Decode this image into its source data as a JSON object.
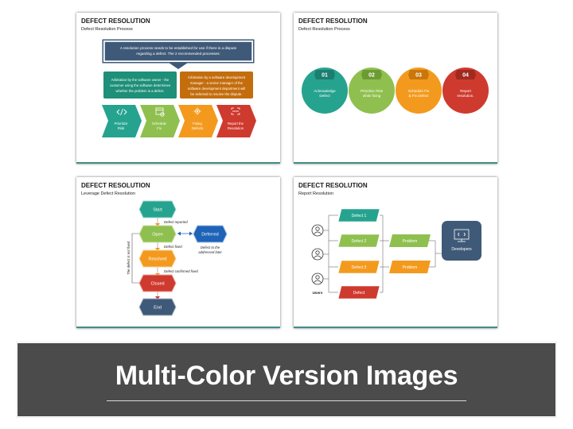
{
  "banner": {
    "title": "Multi-Color Version Images"
  },
  "slide1": {
    "title": "DEFECT RESOLUTION",
    "subtitle": "Defect Resolution Process",
    "callout": [
      "A resolution process needs to be established for use if there is a dispute",
      "regarding a defect. The 2 recommended processes:"
    ],
    "left_box": [
      "Arbitration by the software owner - the",
      "customer using the software determines",
      "whether the problem is a defect."
    ],
    "right_box": [
      "Arbitration by a software development",
      "manager - a senior manager of the",
      "software development department will",
      "be selected to resolve the dispute."
    ],
    "steps": [
      {
        "label": [
          "Prioritize",
          "Risk"
        ],
        "icon": "code-icon",
        "color": "#26a38f"
      },
      {
        "label": [
          "Schedule",
          "Fix"
        ],
        "icon": "calendar-icon",
        "color": "#8fc04f"
      },
      {
        "label": [
          "Fixing",
          "Defects"
        ],
        "icon": "gear-icon",
        "color": "#f39a1e"
      },
      {
        "label": [
          "Report the",
          "Resolution"
        ],
        "icon": "scan-icon",
        "color": "#cf3a2e"
      }
    ],
    "colors": {
      "callout": "#3f5a78",
      "left": "#1e8f79",
      "right": "#c46d0c"
    }
  },
  "slide2": {
    "title": "DEFECT RESOLUTION",
    "subtitle": "Defect Resolution Process",
    "items": [
      {
        "num": "01",
        "text": [
          "Acknowledge",
          "Defect"
        ],
        "color": "#26a38f",
        "dark": "#1c7e6e"
      },
      {
        "num": "02",
        "text": [
          "Prioritize Risk",
          "while fixing"
        ],
        "color": "#8fc04f",
        "dark": "#6d9b33"
      },
      {
        "num": "03",
        "text": [
          "Schedule Fix",
          "& Fix Defect"
        ],
        "color": "#f39a1e",
        "dark": "#c9760a"
      },
      {
        "num": "04",
        "text": [
          "Report",
          "resolution."
        ],
        "color": "#cf3a2e",
        "dark": "#a02a20"
      }
    ]
  },
  "slide3": {
    "title": "DEFECT RESOLUTION",
    "subtitle": "Leverage Defect Resolution",
    "nodes": [
      {
        "label": "Start",
        "color": "#26a38f"
      },
      {
        "label": "Open",
        "color": "#8fc04f"
      },
      {
        "label": "Resolved",
        "color": "#f39a1e"
      },
      {
        "label": "Closed",
        "color": "#cf3a2e"
      },
      {
        "label": "End",
        "color": "#3f5a78"
      }
    ],
    "deferred": {
      "label": "Deferred",
      "color": "#1f63b8"
    },
    "annotations": [
      "Defect reported",
      "Defect fixed",
      "Defect confirmed fixed"
    ],
    "deferred_note": [
      "Defect to the",
      "addressed later"
    ],
    "side_note": "The defect is not fixed"
  },
  "slide4": {
    "title": "DEFECT RESOLUTION",
    "subtitle": "Report Resolution",
    "defects": [
      {
        "label": "Defect 1",
        "color": "#26a38f"
      },
      {
        "label": "Defect 2",
        "color": "#8fc04f"
      },
      {
        "label": "Defect 3",
        "color": "#f39a1e"
      },
      {
        "label": "Defect",
        "color": "#cf3a2e"
      }
    ],
    "problems": [
      {
        "label": "Problem",
        "color": "#8fc04f"
      },
      {
        "label": "Problem",
        "color": "#f39a1e"
      }
    ],
    "users_label": "Users",
    "developers": {
      "label": "Developers",
      "color": "#3f5a78"
    }
  }
}
